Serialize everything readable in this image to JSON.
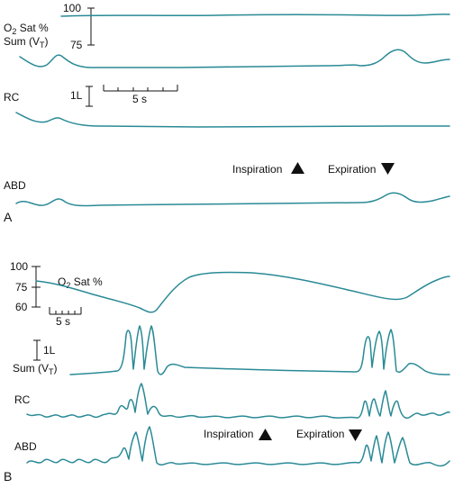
{
  "panel_a": {
    "letter": "A",
    "o2_label": "O",
    "o2_sub": "2",
    "o2_rest": " Sat %",
    "o2_tick_top": "100",
    "o2_tick_bottom": "75",
    "sum_label": "Sum (V",
    "sum_sub": "T",
    "sum_close": ")",
    "vol_scale": "1L",
    "time_scale": "5 s",
    "rc_label": "RC",
    "abd_label": "ABD",
    "inspiration": "Inspiration",
    "expiration": "Expiration"
  },
  "panel_b": {
    "letter": "B",
    "o2_label": "O",
    "o2_sub": "2",
    "o2_rest": " Sat %",
    "o2_tick_top": "100",
    "o2_tick_mid": "75",
    "o2_tick_bottom": "60",
    "time_scale": "5 s",
    "vol_scale": "1L",
    "sum_label": "Sum (V",
    "sum_sub": "T",
    "sum_close": ")",
    "rc_label": "RC",
    "abd_label": "ABD",
    "inspiration": "Inspiration",
    "expiration": "Expiration"
  },
  "colors": {
    "trace": "#2a8a96",
    "text": "#111111"
  }
}
